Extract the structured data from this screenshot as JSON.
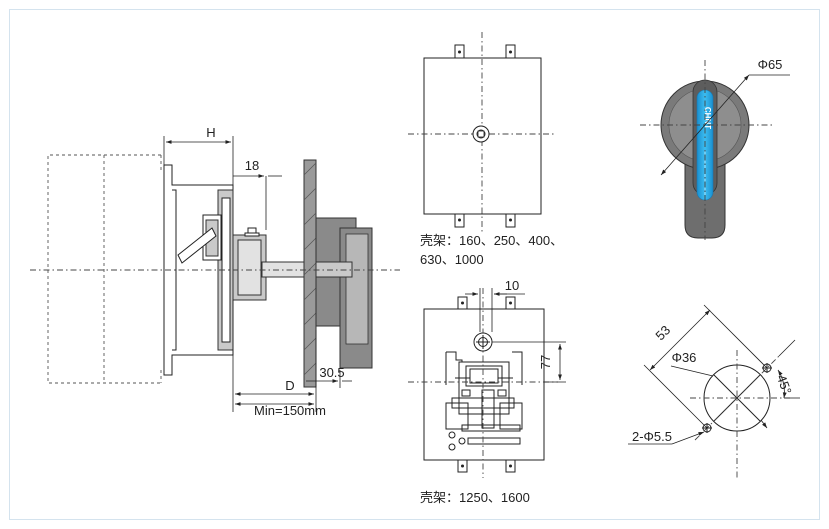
{
  "left_view": {
    "dim_h": "H",
    "dim_18": "18",
    "dim_d": "D",
    "dim_min": "Min=150mm",
    "dim_305": "30.5"
  },
  "top_panel": {
    "caption_line1": "壳架：160、250、400、",
    "caption_line2": "630、1000"
  },
  "bottom_panel": {
    "dim_10": "10",
    "dim_77": "77",
    "caption": "壳架：1250、1600"
  },
  "handle": {
    "dim_phi65": "Φ65",
    "brand": "CHNT",
    "brand_color": "#29a8e0"
  },
  "hole_pattern": {
    "dim_53": "53",
    "dim_phi36": "Φ36",
    "dim_45": "45°",
    "dim_holes": "2-Φ5.5"
  }
}
